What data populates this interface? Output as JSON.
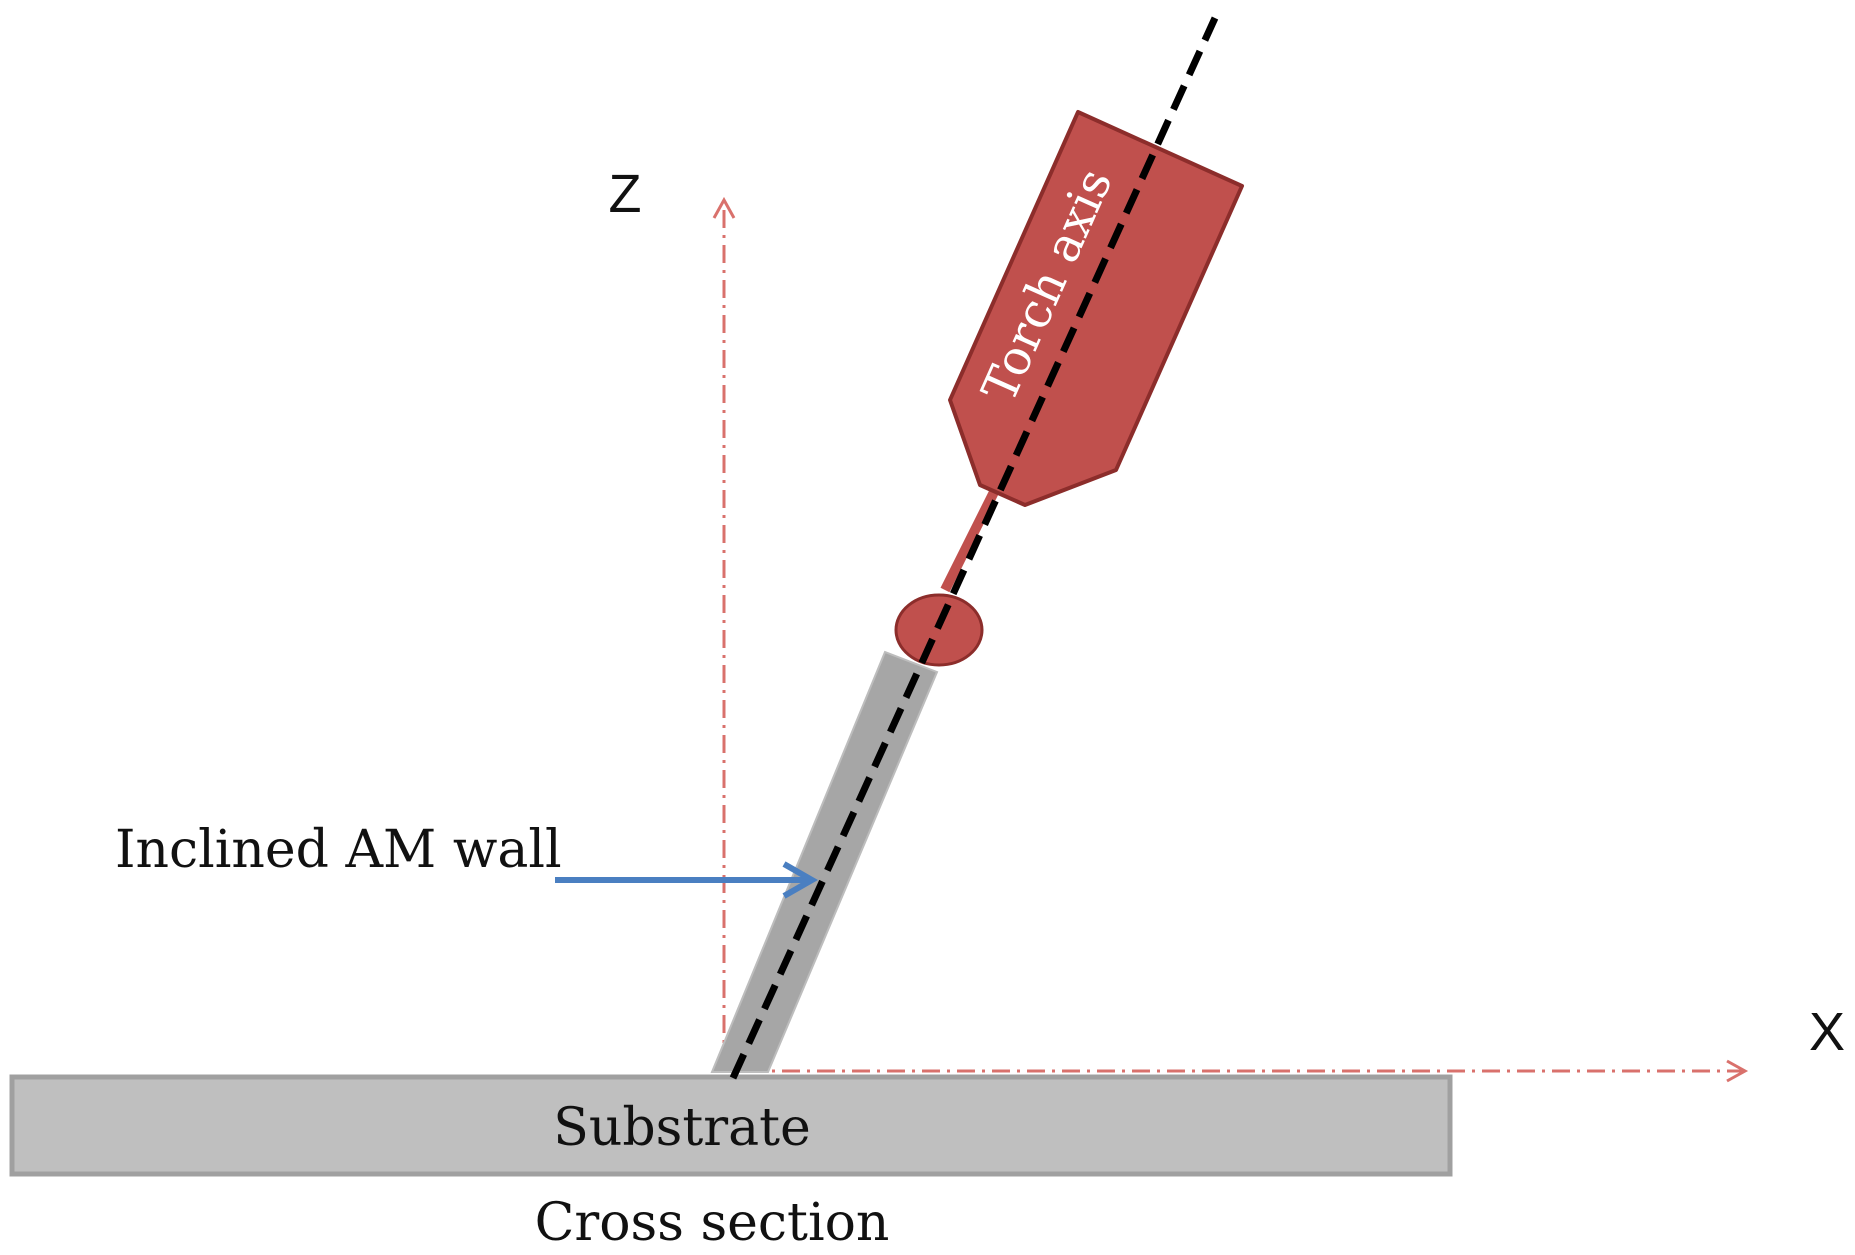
{
  "labels": {
    "z_axis": "Z",
    "x_axis": "X",
    "torch_axis": "Torch axis",
    "wall": "Inclined AM wall",
    "substrate": "Substrate",
    "caption": "Cross section"
  },
  "colors": {
    "torch_fill": "#c0504d",
    "torch_stroke": "#8c2d2b",
    "axis_dashdot": "#d9716c",
    "wall_fill": "#a6a6a6",
    "substrate_fill": "#bfbfbf",
    "substrate_stroke": "#a0a0a0",
    "pointer_arrow": "#4a7fc1",
    "dashed_axis": "#000000"
  }
}
